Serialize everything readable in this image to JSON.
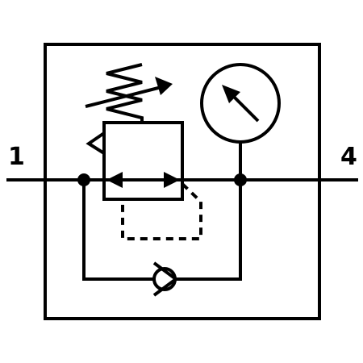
{
  "diagram": {
    "type": "pneumatic-symbol",
    "colors": {
      "line": "#000000",
      "background": "#ffffff"
    },
    "ports": {
      "inlet_label": "1",
      "outlet_label": "4"
    },
    "components": [
      {
        "name": "pressure-regulator",
        "icon": "adjustable-spring-icon"
      },
      {
        "name": "pressure-gauge",
        "icon": "gauge-icon"
      },
      {
        "name": "check-valve",
        "icon": "check-valve-icon"
      }
    ]
  }
}
